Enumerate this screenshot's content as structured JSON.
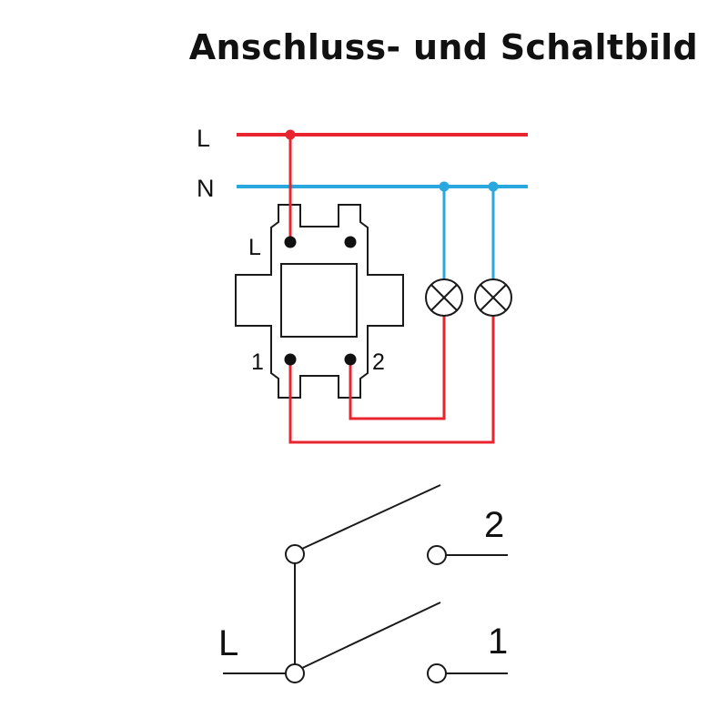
{
  "title": "Anschluss- und Schaltbild",
  "colors": {
    "phase_line": "#e8252e",
    "neutral_line": "#29a8e0",
    "outline": "#1a1a1a",
    "background": "#ffffff"
  },
  "wiring_diagram": {
    "rail_labels": {
      "phase": "L",
      "neutral": "N"
    },
    "terminal_labels": {
      "input": "L",
      "output_1": "1",
      "output_2": "2"
    },
    "lamp_count": 2,
    "lamp_icon": "lamp-cross-circle-icon"
  },
  "schematic": {
    "input_label": "L",
    "output_labels": [
      "2",
      "1"
    ],
    "contact_icon": "open-contact-circle-icon"
  }
}
